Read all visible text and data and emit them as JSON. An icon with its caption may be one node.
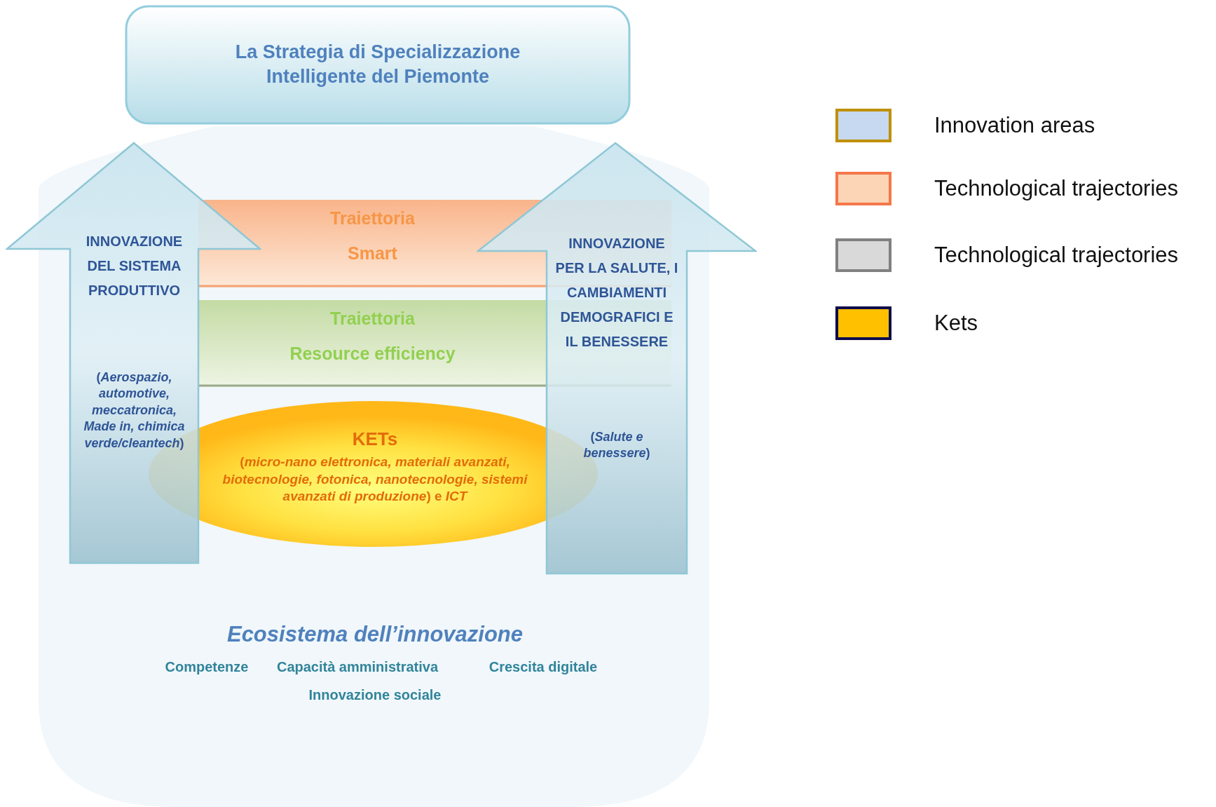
{
  "diagram": {
    "nodes": [
      {
        "text": [
          "La Strategia di Specializzazione Intelligente del Piemonte"
        ]
      },
      {
        "text": [
          "Ecosistema dell’innovazione",
          "Competenze",
          "Capacità amministrativa",
          "Crescita digitale",
          "Innovazione sociale"
        ]
      },
      {
        "text": [
          "INNOVAZIONE DEL SISTEMA PRODUTTIVO",
          "(*Aerospazio, automotive, meccatronica, Made in, chimica verde/cleantech*)"
        ]
      },
      {
        "text": [
          "Traiettoria",
          "Smart"
        ],
        "in": 1
      },
      {
        "text": [
          "Traiettoria",
          "Resource efficiency"
        ],
        "in": 1
      },
      {
        "text": [
          "KETs",
          "(*micro-nano elettronica, materiali avanzati, biotecnologie, fotonica, nanotecnologie, sistemi avanzati di produzione*) e *ICT*"
        ],
        "in": 1
      },
      {
        "text": [
          "INNOVAZIONE PER LA SALUTE, I CAMBIAMENTI DEMOGRAFICI E IL BENESSERE",
          "(*Salute e benessere*)"
        ]
      }
    ],
    "edges": [],
    "legend": [
      {
        "text": "Innovation areas",
        "color": "#c6d9f1"
      },
      {
        "text": "Technological trajectories",
        "color": "#fbd5b5"
      },
      {
        "text": "Technological trajectories",
        "color": "#d9d9d9"
      },
      {
        "text": "Kets",
        "color": "#ffc000"
      }
    ]
  }
}
